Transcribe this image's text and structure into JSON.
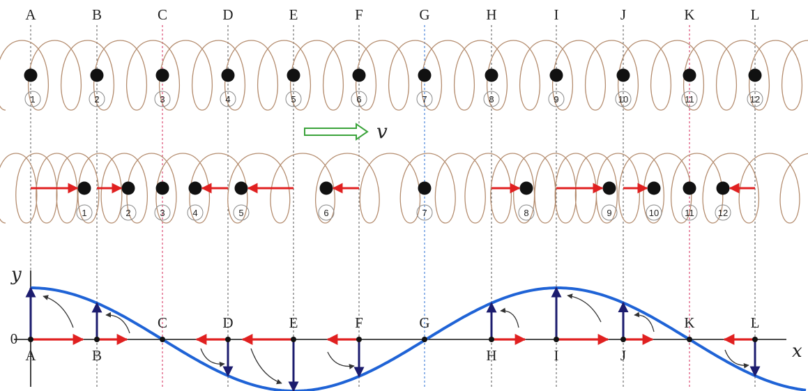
{
  "top_labels": [
    "A",
    "B",
    "C",
    "D",
    "E",
    "F",
    "G",
    "H",
    "I",
    "J",
    "K",
    "L"
  ],
  "row1_numbers": [
    "1",
    "2",
    "3",
    "4",
    "5",
    "6",
    "7",
    "8",
    "9",
    "10",
    "11",
    "12"
  ],
  "row2_numbers": [
    "1",
    "2",
    "3",
    "4",
    "5",
    "6",
    "7",
    "8",
    "9",
    "10",
    "11",
    "12"
  ],
  "velocity_label": "v",
  "graph": {
    "y_axis_label": "y",
    "x_axis_label": "x",
    "origin_label": "0",
    "below_axis_labels": [
      "A",
      "B",
      "H",
      "I",
      "J"
    ],
    "above_axis_labels": [
      "C",
      "D",
      "E",
      "F",
      "G",
      "K",
      "L"
    ]
  },
  "colors": {
    "spring": "#b48c6e",
    "ball": "#111111",
    "displacement_arrow": "#e02020",
    "velocity_arrow": "#1c1c6e",
    "wave": "#1f63d6",
    "velocity_indicator": "#3aa33a",
    "guide_black": "#555555",
    "guide_red": "#d4285a",
    "guide_blue": "#2a6fd6"
  }
}
